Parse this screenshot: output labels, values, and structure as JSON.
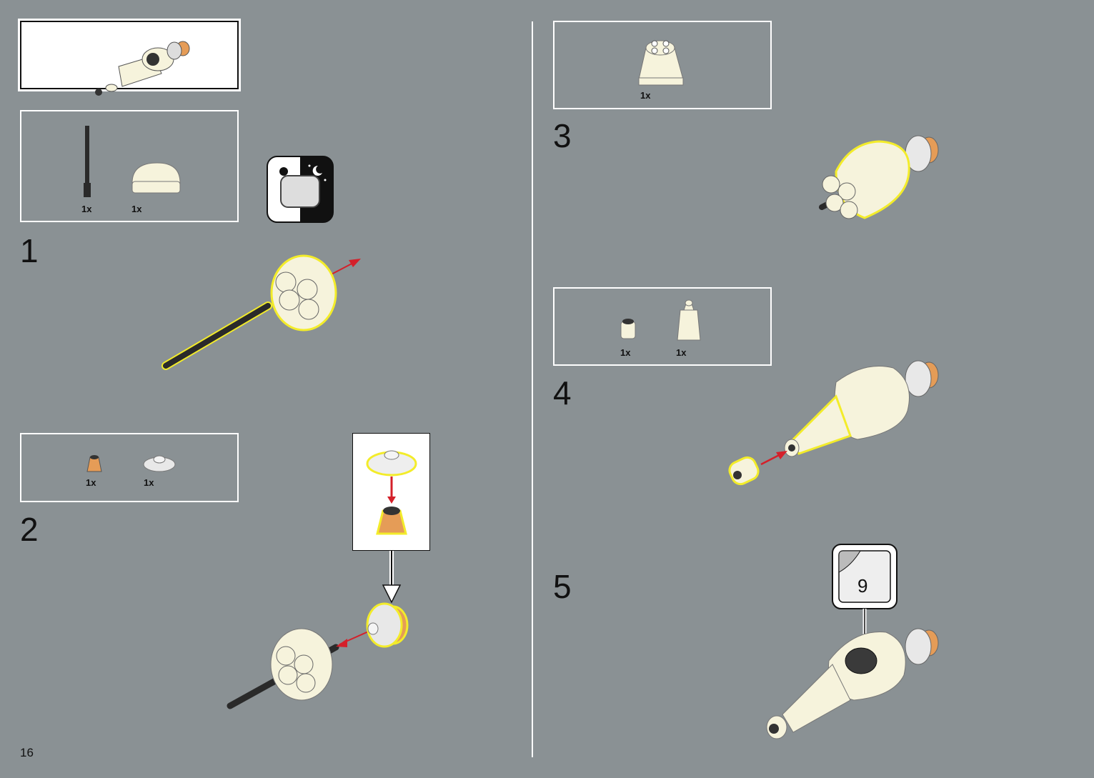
{
  "page_number": "16",
  "steps": [
    {
      "number": "1",
      "parts": [
        {
          "qty": "1x"
        },
        {
          "qty": "1x"
        }
      ]
    },
    {
      "number": "2",
      "parts": [
        {
          "qty": "1x"
        },
        {
          "qty": "1x"
        }
      ]
    },
    {
      "number": "3",
      "parts": [
        {
          "qty": "1x"
        }
      ]
    },
    {
      "number": "4",
      "parts": [
        {
          "qty": "1x"
        },
        {
          "qty": "1x"
        }
      ]
    },
    {
      "number": "5",
      "sticker_number": "9"
    }
  ],
  "colors": {
    "background": "#8a9194",
    "part_cream": "#f6f3dc",
    "highlight_yellow": "#f3ec2a",
    "arrow_red": "#d4202a",
    "tan": "#e59c57",
    "rod_black": "#2a2a2a"
  }
}
